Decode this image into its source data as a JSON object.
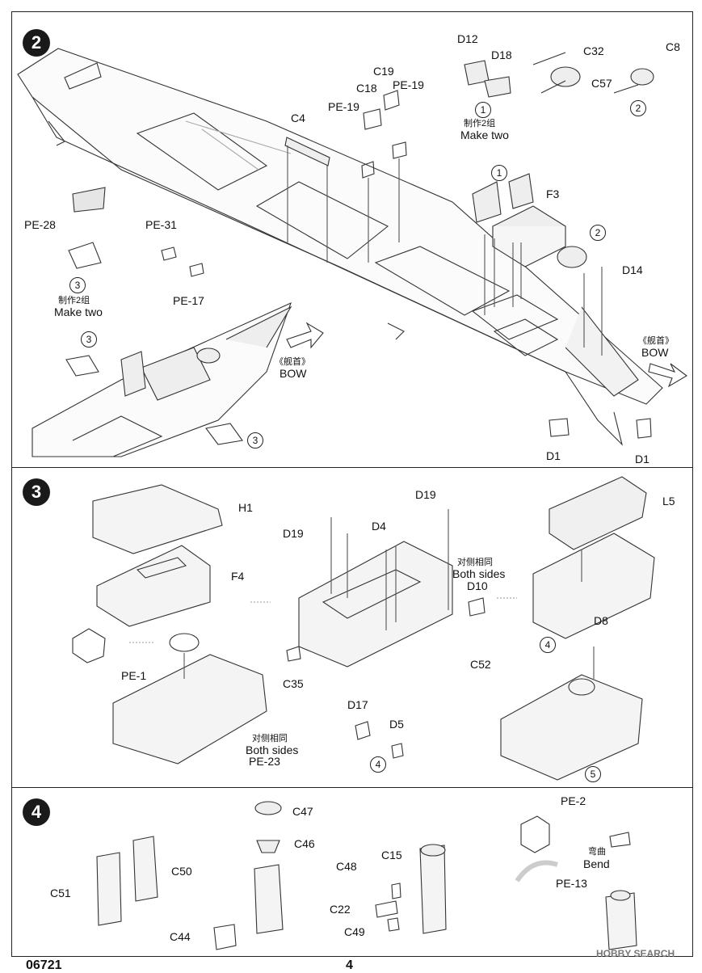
{
  "step2": {
    "badge": "2",
    "labels": {
      "d12": "D12",
      "d18": "D18",
      "c32": "C32",
      "c8": "C8",
      "c57": "C57",
      "c19": "C19",
      "pe19a": "PE-19",
      "c18": "C18",
      "pe19b": "PE-19",
      "c4": "C4",
      "f3": "F3",
      "d14": "D14",
      "pe28": "PE-28",
      "pe31": "PE-31",
      "pe17": "PE-17",
      "d1a": "D1",
      "d1b": "D1"
    },
    "circles": {
      "c1a": "1",
      "c2a": "2",
      "c1b": "1",
      "c2b": "2",
      "c3a": "3",
      "c3b": "3",
      "c3c": "3"
    },
    "make_two_a": {
      "cn": "制作2组",
      "en": "Make two"
    },
    "make_two_b": {
      "cn": "制作2组",
      "en": "Make two"
    },
    "bow_a": {
      "cn": "《舰首》",
      "en": "BOW"
    },
    "bow_b": {
      "cn": "《舰首》",
      "en": "BOW"
    }
  },
  "step3": {
    "badge": "3",
    "labels": {
      "h1": "H1",
      "f4": "F4",
      "pe1": "PE-1",
      "pe23": "PE-23",
      "d19a": "D19",
      "d19b": "D19",
      "d4": "D4",
      "d10": "D10",
      "c35": "C35",
      "d17": "D17",
      "d5": "D5",
      "l5": "L5",
      "d8": "D8",
      "c52": "C52"
    },
    "circles": {
      "c4a": "4",
      "c4b": "4",
      "c5": "5"
    },
    "both_sides_a": {
      "cn": "对侧相同",
      "en": "Both sides"
    },
    "both_sides_b": {
      "cn": "对侧相同",
      "en": "Both sides"
    }
  },
  "step4": {
    "badge": "4",
    "labels": {
      "c51": "C51",
      "c50": "C50",
      "c47": "C47",
      "c46": "C46",
      "c44": "C44",
      "c48": "C48",
      "c15": "C15",
      "c22": "C22",
      "c49": "C49",
      "pe2": "PE-2",
      "pe13": "PE-13"
    },
    "bend": {
      "cn": "弯曲",
      "en": "Bend"
    }
  },
  "footer": {
    "code": "06721",
    "page": "4"
  },
  "watermark": "HOBBY SEARCH"
}
